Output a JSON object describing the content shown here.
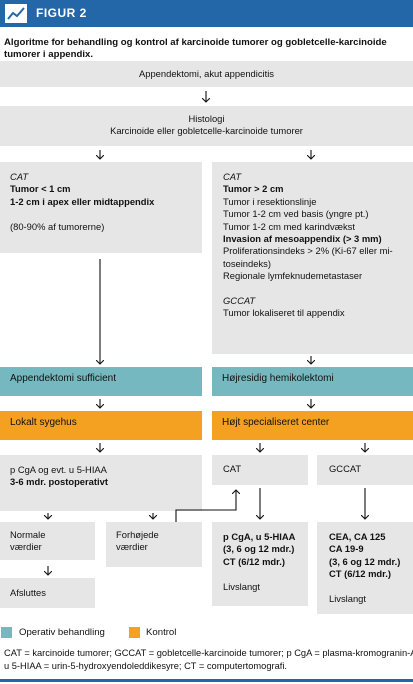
{
  "figure_label": "FIGUR 2",
  "caption": "Algoritme for behandling og kontrol af karcinoide tumorer og gobletcelle-karcinoide tumorer i appendix.",
  "nodes": {
    "appendectomy": "Appendektomi, akut appendicitis",
    "histology": [
      "Histologi",
      "Karcinoide eller gobletcelle-karcinoide tumorer"
    ],
    "left_criteria": {
      "cat_label": "CAT",
      "lines": [
        "Tumor < 1 cm",
        "1-2 cm i apex eller midtappendix"
      ],
      "note": "(80-90% af tumorerne)"
    },
    "right_criteria": {
      "cat_label": "CAT",
      "lines": [
        "Tumor > 2 cm",
        "Tumor i resektionslinje",
        "Tumor 1-2 cm ved basis (yngre pt.)",
        "Tumor 1-2 cm med karindvækst",
        "Invasion af mesoappendix (> 3 mm)",
        "Proliferationsindeks > 2% (Ki-67 eller mi-",
        "toseindeks)",
        "Regionale lymfeknudemetastaser"
      ],
      "gccat_label": "GCCAT",
      "gccat_line": "Tumor lokaliseret til appendix"
    },
    "appendectomy_sufficient": "Appendektomi sufficient",
    "hemicolectomy": "Højresidig hemikolektomi",
    "local_hospital": "Lokalt sygehus",
    "specialized_center": "Højt specialiseret center",
    "local_followup": [
      "p CgA og evt. u 5-HIAA",
      "3-6 mdr. postoperativt"
    ],
    "cat_center": "CAT",
    "gccat_center": "GCCAT",
    "normal_values": [
      "Normale",
      "værdier"
    ],
    "elevated_values": [
      "Forhøjede",
      "værdier"
    ],
    "ends": "Afsluttes",
    "cat_followup": [
      "p CgA, u 5-HIAA",
      "(3, 6 og 12 mdr.)",
      "CT (6/12 mdr.)",
      "",
      "Livslangt"
    ],
    "gccat_followup": [
      "CEA, CA 125",
      "CA 19-9",
      "(3, 6 og 12 mdr.)",
      "CT (6/12 mdr.)",
      "",
      "Livslangt"
    ]
  },
  "legend": {
    "operative": "Operativ behandling",
    "control": "Kontrol"
  },
  "footnote": [
    "CAT = karcinoide tumorer; GCCAT = gobletcelle-karcinoide tumorer; p CgA = plasma-kromogranin-A;",
    "u 5-HIAA = urin-5-hydroxyendoleddikesyre; CT = computertomografi."
  ],
  "colors": {
    "header": "#2467a8",
    "operative": "#76b8bf",
    "control": "#f4a020",
    "box": "#e6e6e6"
  }
}
